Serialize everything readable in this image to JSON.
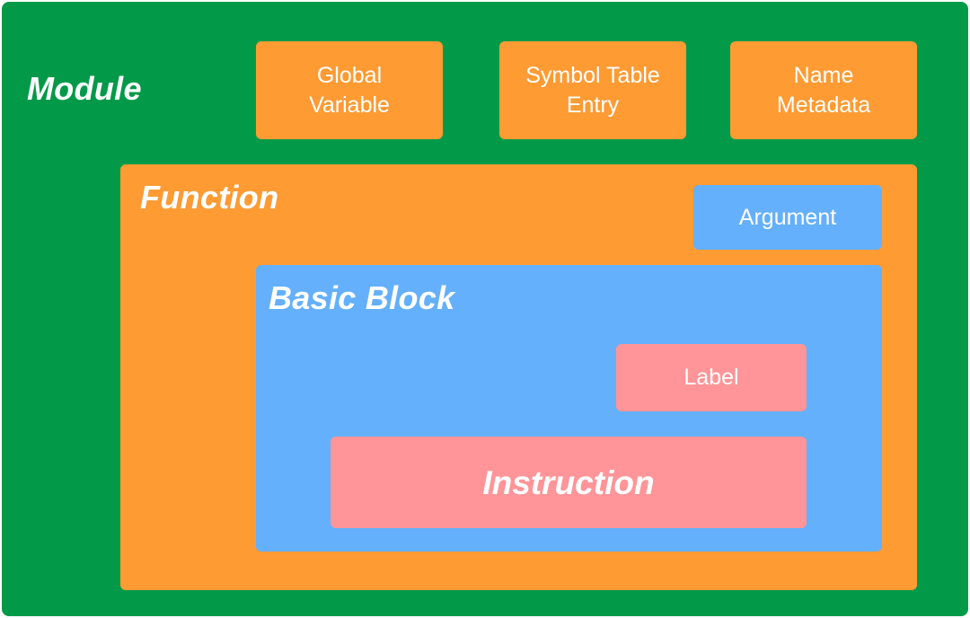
{
  "module": {
    "title": "Module",
    "color": "#029a48",
    "items": [
      {
        "label": "Global Variable",
        "line1": "Global",
        "line2": "Variable"
      },
      {
        "label": "Symbol Table Entry",
        "line1": "Symbol Table",
        "line2": "Entry"
      },
      {
        "label": "Name Metadata",
        "line1": "Name",
        "line2": "Metadata"
      }
    ]
  },
  "function": {
    "title": "Function",
    "color": "#fe9b33",
    "argument_label": "Argument"
  },
  "basic_block": {
    "title": "Basic Block",
    "color": "#64b0fc",
    "label_text": "Label",
    "instruction_text": "Instruction",
    "inner_color": "#ff9598"
  }
}
